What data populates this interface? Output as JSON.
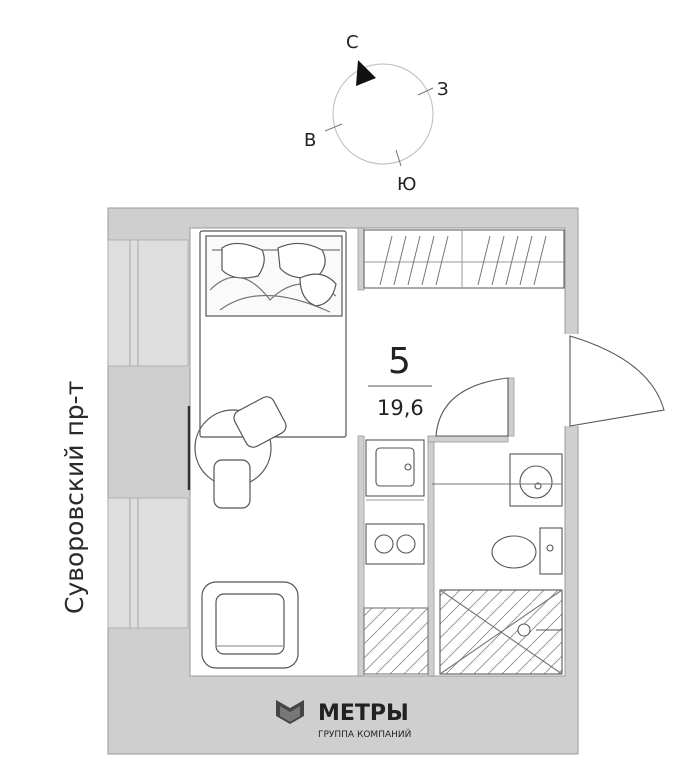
{
  "compass": {
    "north": "С",
    "east": "В",
    "west": "З",
    "south": "Ю"
  },
  "street": "Суворовский пр-т",
  "room": {
    "number": "5",
    "area": "19,6"
  },
  "brand": {
    "name": "МЕТРЫ",
    "tagline": "ГРУППА КОМПАНИЙ"
  },
  "colors": {
    "wall": "#cfcfcf",
    "line": "#4a4a4a",
    "background": "#ffffff"
  }
}
